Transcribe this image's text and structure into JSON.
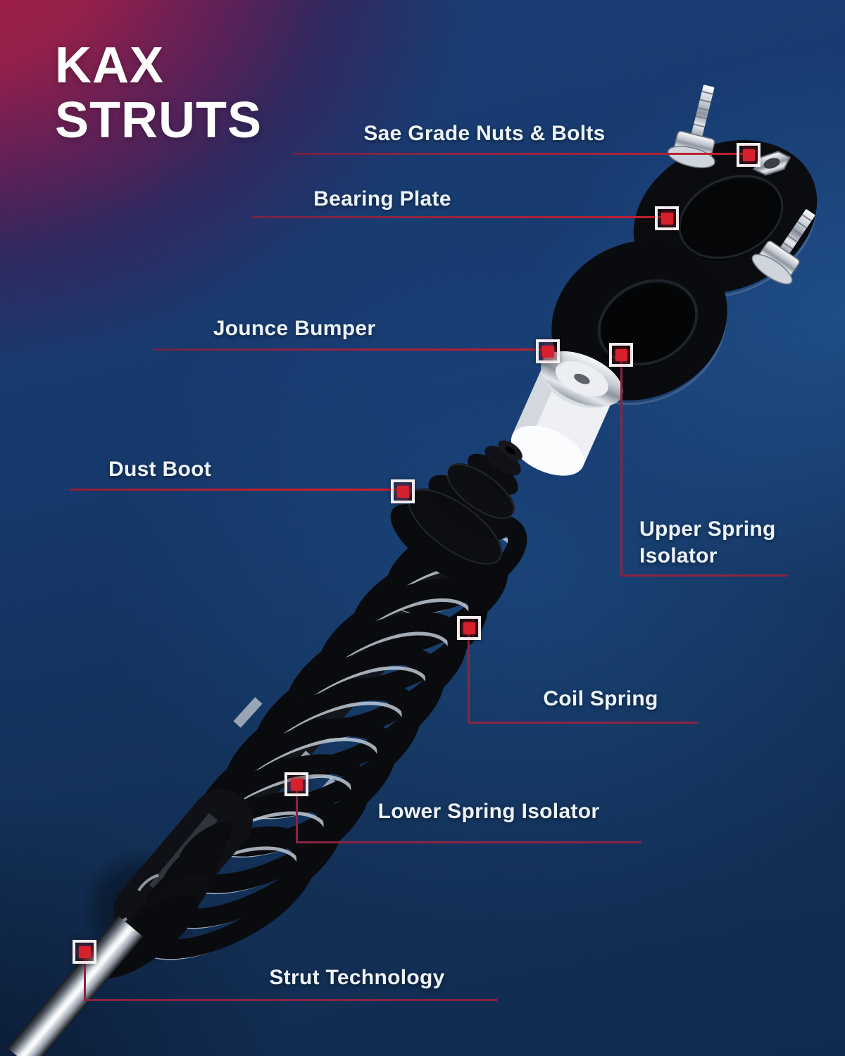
{
  "title": {
    "line1": "KAX",
    "line2": "STRUTS"
  },
  "callouts": {
    "sae_grade_nuts_bolts": "Sae Grade Nuts & Bolts",
    "bearing_plate": "Bearing Plate",
    "jounce_bumper": "Jounce Bumper",
    "dust_boot": "Dust Boot",
    "upper_spring_isolator": "Upper Spring Isolator",
    "coil_spring": "Coil Spring",
    "lower_spring_isolator": "Lower Spring Isolator",
    "strut_technology": "Strut Technology"
  },
  "colors": {
    "background_navy": "#13305a",
    "background_crimson": "#a81e42",
    "callout_line_red": "#9e2240",
    "callout_line_bright_red": "#d41f2c",
    "marker_red": "#d6202e",
    "marker_border_white": "#f4f6f8",
    "label_text": "#edf3fa",
    "title_text": "#ffffff"
  },
  "illustrated_parts": [
    "bearing-plate",
    "sae-nuts-and-bolts",
    "upper-mount-ring",
    "jounce-bumper",
    "dust-boot",
    "coil-spring",
    "strut-body",
    "piston-rod"
  ]
}
